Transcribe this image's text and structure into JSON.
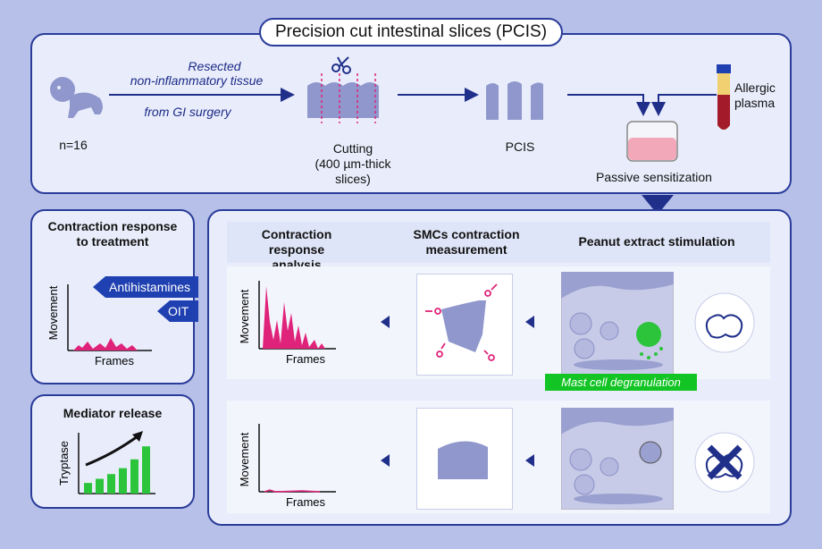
{
  "title": "Precision cut intestinal slices (PCIS)",
  "top": {
    "tissue_line1": "Resected",
    "tissue_line2": "non-inflammatory tissue",
    "tissue_line3": "from GI surgery",
    "n": "n=16",
    "cutting_l1": "Cutting",
    "cutting_l2": "(400 µm-thick",
    "cutting_l3": "slices)",
    "pcis": "PCIS",
    "plasma_l1": "Allergic",
    "plasma_l2": "plasma",
    "sensitization": "Passive sensitization"
  },
  "left_top": {
    "title_l1": "Contraction response",
    "title_l2": "to treatment",
    "ylabel": "Movement",
    "xlabel": "Frames",
    "treatments": [
      "Antihistamines",
      "OIT"
    ]
  },
  "left_bottom": {
    "title": "Mediator release",
    "ylabel": "Tryptase",
    "bar_levels": [
      0.18,
      0.25,
      0.33,
      0.43,
      0.58,
      0.8
    ]
  },
  "main": {
    "col1_l1": "Contraction response",
    "col1_l2": "analysis",
    "col2_l1": "SMCs contraction",
    "col2_l2": "measurement",
    "col3": "Peanut extract stimulation",
    "ylabel": "Movement",
    "xlabel": "Frames",
    "degranulation": "Mast cell degranulation"
  },
  "colors": {
    "navy": "#1f2f8a",
    "magenta": "#e0237a",
    "green": "#2bc43b",
    "tissue": "#8f97cc"
  }
}
